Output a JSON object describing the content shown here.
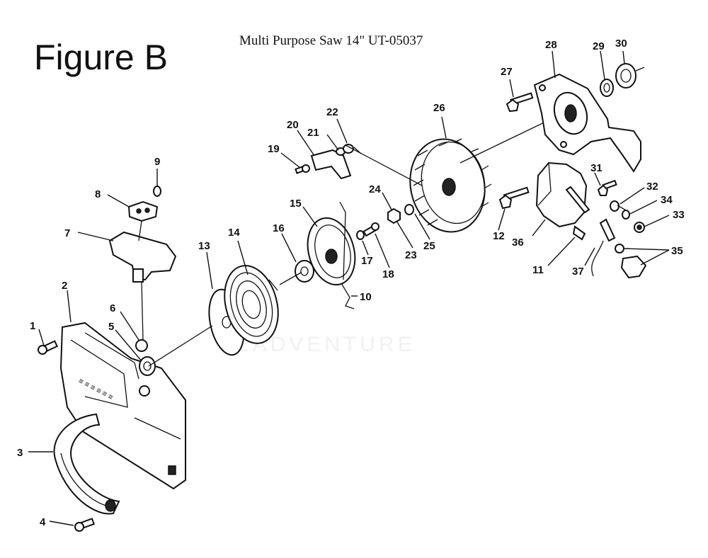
{
  "figure_label": "Figure B",
  "title": "Multi Purpose Saw 14\" UT-05037",
  "watermark": "LEADVENTURE",
  "part_numbers": {
    "p1": "1",
    "p2": "2",
    "p3": "3",
    "p4": "4",
    "p5": "5",
    "p6": "6",
    "p7": "7",
    "p8": "8",
    "p9": "9",
    "p10": "10",
    "p11": "11",
    "p12": "12",
    "p13": "13",
    "p14": "14",
    "p15": "15",
    "p16": "16",
    "p17": "17",
    "p18": "18",
    "p19": "19",
    "p20": "20",
    "p21": "21",
    "p22": "22",
    "p23": "23",
    "p24": "24",
    "p25": "25",
    "p26": "26",
    "p27": "27",
    "p28": "28",
    "p29": "29",
    "p30": "30",
    "p31": "31",
    "p32": "32",
    "p33": "33",
    "p34": "34",
    "p35": "35",
    "p36": "36",
    "p37": "37"
  }
}
